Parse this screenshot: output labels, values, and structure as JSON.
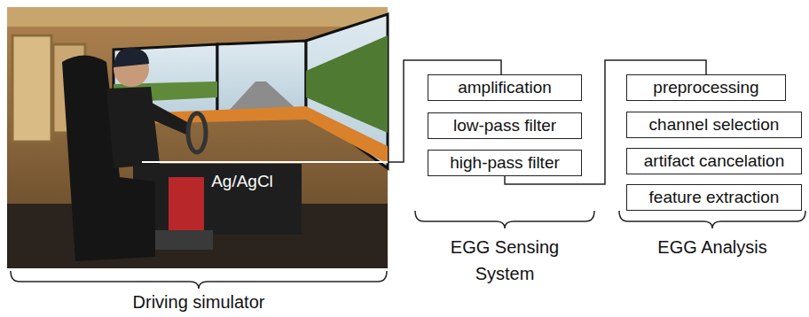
{
  "diagram": {
    "nodes": [
      {
        "text": [
          "amplification"
        ]
      },
      {
        "text": [
          "low-pass filter"
        ]
      },
      {
        "text": [
          "high-pass filter"
        ]
      },
      {
        "text": [
          "preprocessing"
        ]
      },
      {
        "text": [
          "channel selection"
        ]
      },
      {
        "text": [
          "artifact cancelation"
        ]
      },
      {
        "text": [
          "feature extraction"
        ]
      }
    ],
    "edges": [
      {
        "from": 2,
        "to": 3,
        "arrow": "none"
      }
    ],
    "labels": [
      "Ag/AgCl",
      "Driving simulator",
      "EGG Sensing System",
      "EGG Analysis"
    ]
  }
}
